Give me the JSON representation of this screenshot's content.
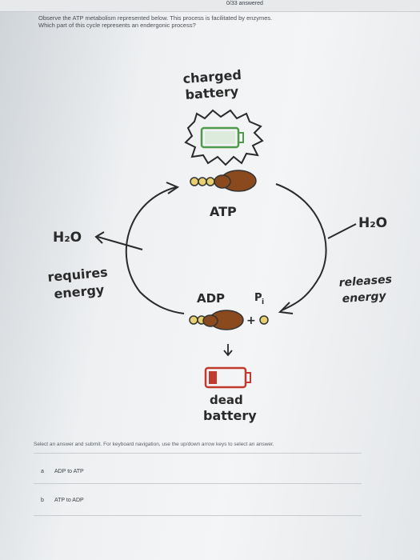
{
  "header": {
    "answered": "0/33 answered"
  },
  "question": {
    "text": "Observe the ATP metabolism represented below. This process is facilitated by enzymes. Which part of this cycle represents an endergonic process?"
  },
  "diagram": {
    "charged_line1": "charged",
    "charged_line2": "battery",
    "atp": "ATP",
    "adp": "ADP",
    "pi_main": "P",
    "pi_sub": "i",
    "plus": "+",
    "h2o_left": "H₂O",
    "h2o_right": "H₂O",
    "requires_line1": "requires",
    "requires_line2": "energy",
    "releases_line1": "releases",
    "releases_line2": "energy",
    "dead_line1": "dead",
    "dead_line2": "battery",
    "colors": {
      "green_battery": "#4f9a4a",
      "red_battery": "#c23a2e",
      "molecule": "#8a4a1e",
      "phosphate": "#c8a020"
    }
  },
  "instructions": "Select an answer and submit. For keyboard navigation, use the up/down arrow keys to select an answer.",
  "options": [
    {
      "letter": "a",
      "text": "ADP to ATP"
    },
    {
      "letter": "b",
      "text": "ATP to ADP"
    }
  ]
}
